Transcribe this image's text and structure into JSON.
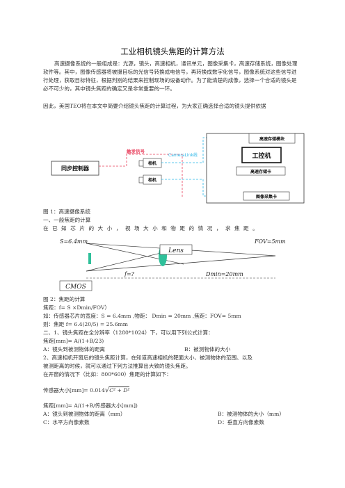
{
  "document": {
    "title": "工业相机镜头焦距的计算方法",
    "intro_p1": "高速摄像系统的一般组成是：光源，镜头，高速相机，通讯单元，图像采集卡，高速存储系统，图像处理软件等。其中，图像传感器将被摄目标的光信号转换成电信号，再转换成数字化信号，图像系统对这些信号进行处理，获取目标特征，根据判别的结果来控制现场的设备动作。为了能清楚的成像，选择一个合适的镜头是必不可少的，其中镜头焦距的确定又是非常重要的一环。",
    "intro_p2": "因此，美国TEO将在本文中简要介绍镜头焦距的计算过程，为大家正确选择合适的镜头提供依据"
  },
  "figure1": {
    "labels": {
      "sync": "同步控制器",
      "trigger": "触发信号",
      "camera_link": "CameraLink线",
      "camera1": "相机",
      "camera2": "相机",
      "storage_module": "高速存储模块",
      "ipc": "工控机",
      "storage_card": "高速存储卡",
      "capture_card": "图像采集卡"
    },
    "caption": "图 1：高速摄像系统"
  },
  "section1": {
    "heading": "一、一般焦距的计算",
    "intro": "在已知芯片的大小，视场大小和物距的情况，求焦距。"
  },
  "figure2": {
    "labels": {
      "s": "S=6.4mm",
      "lens": "Lens",
      "fov": "FOV=5mm",
      "cmos": "CMOS",
      "f": "f=?",
      "dmin": "Dmin=20mm"
    },
    "caption": "图 2：焦距的计算"
  },
  "calc": {
    "formula": "焦距：f= S ×Dmin/FOV）",
    "known": "如：传感器芯片的宽度：S = 6.4mm ,物距：  Dmin = 20mm ,焦距：FOV= 5mm",
    "result": "则：焦距 f= 6.4(20/5) = 25.6mm",
    "section2_heading": "二、1、镜头焦距在全分辨率（1280*1024）下，可以用下列公式计算：",
    "formula2": "焦距[mm]= A/(1+B/23)",
    "legend_a": "A：镜头到被测物体的距离",
    "legend_b": "B：被测物体的大小",
    "item2_line1": "2、高速相机开窗后的镜头焦距计算，在知道高速相机的靶面大小、被测物体的范围、以及",
    "item2_line2": "被测距离的时候，就可以通过下列方法推算出大致的镜头焦距。",
    "item2_line3": "在开窗的情况下（比如：800*600）焦距的计算如下：",
    "sensor_formula_left": "传感器大小[mm]= 0.014",
    "sensor_formula_sqrt": "C² + D²",
    "focal_formula2": "焦距[mm]= A/(1+B/传感器大小[mm])",
    "legend2_a": "A：镜头到被测物体的距离（mm）",
    "legend2_b": "B：被测物体的大小（mm）",
    "legend2_c": "C：水平方向像素数",
    "legend2_d": "D：垂直方向像素数"
  },
  "colors": {
    "trigger": "#e83c5a",
    "camera_link": "#29b6e8",
    "lens": "#2fc09a",
    "cmos": "#2fc09a"
  }
}
